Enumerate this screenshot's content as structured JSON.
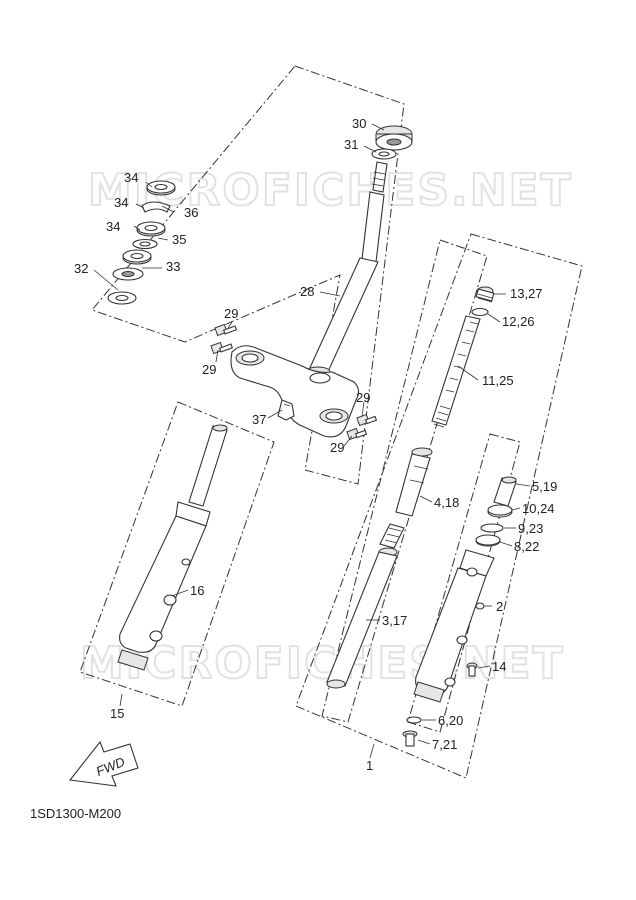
{
  "watermark": "MICROFICHES.NET",
  "diagram_code": "1SD1300-M200",
  "fwd_label": "FWD",
  "callouts": {
    "p30": "30",
    "p31": "31",
    "p34a": "34",
    "p34b": "34",
    "p34c": "34",
    "p36": "36",
    "p35": "35",
    "p32": "32",
    "p33": "33",
    "p28": "28",
    "p29a": "29",
    "p29b": "29",
    "p29c": "29",
    "p29d": "29",
    "p37": "37",
    "p16": "16",
    "p15": "15",
    "p1327": "13,27",
    "p1226": "12,26",
    "p1125": "11,25",
    "p418": "4,18",
    "p317": "3,17",
    "p519": "5,19",
    "p1024": "10,24",
    "p923": "9,23",
    "p822": "8,22",
    "p2": "2",
    "p14": "14",
    "p620": "6,20",
    "p721": "7,21",
    "p1": "1"
  }
}
